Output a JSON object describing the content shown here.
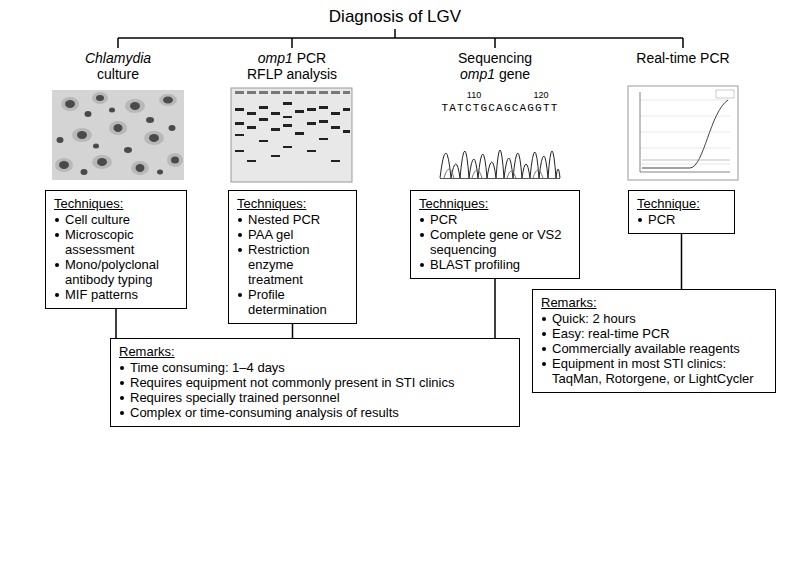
{
  "diagram": {
    "title": "Diagnosis of LGV",
    "nodes": [
      {
        "text": [
          "Techniques:",
          "Cell culture",
          "Microscopic assessment",
          "Mono/polyclonal antibody typing",
          "MIF patterns"
        ]
      },
      {
        "text": [
          "Techniques:",
          "Nested PCR",
          "PAA gel",
          "Restriction enzyme treatment",
          "Profile determination"
        ]
      },
      {
        "text": [
          "Techniques:",
          "PCR",
          "Complete gene or VS2 sequencing",
          "BLAST profiling"
        ]
      },
      {
        "text": [
          "Technique:",
          "PCR"
        ]
      },
      {
        "text": [
          "Remarks:",
          "Time consuming: 1–4 days",
          "Requires equipment not commonly present in STI clinics",
          "Requires specially trained personnel",
          "Complex or time-consuming analysis of results"
        ]
      },
      {
        "text": [
          "Remarks:",
          "Quick: 2 hours",
          "Easy: real-time PCR",
          "Commercially available reagents",
          "Equipment in most STI clinics: TaqMan, Rotorgene, or LightCycler"
        ]
      }
    ],
    "edges": [
      {
        "from": 0,
        "to": 4,
        "arrow": "none"
      },
      {
        "from": 1,
        "to": 4,
        "arrow": "none"
      },
      {
        "from": 2,
        "to": 4,
        "arrow": "none"
      },
      {
        "from": 3,
        "to": 5,
        "arrow": "none"
      }
    ],
    "labels": [
      "Chlamydia culture",
      "omp1 PCR RFLP analysis",
      "Sequencing omp1 gene",
      "Real-time PCR",
      "110",
      "120",
      "TATCTGCAGCAGGTT"
    ]
  }
}
